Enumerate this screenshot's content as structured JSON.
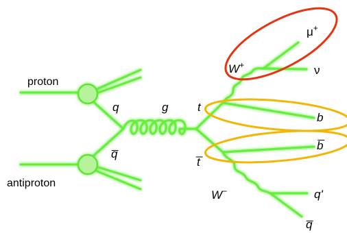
{
  "title": "",
  "labels": {
    "proton": "proton",
    "antiproton": "antiproton",
    "q": "q",
    "qbar": "q̅",
    "gluon": "g",
    "top": "t",
    "antitop": "t̅",
    "w_plus": "W",
    "w_plus_sup": "+",
    "w_minus": "W",
    "w_minus_sup": "−",
    "muon": "μ",
    "muon_sup": "+",
    "neutrino": "ν",
    "b": "b",
    "bbar": "b̅",
    "q_prime": "q'",
    "qbar_final": "q̅"
  },
  "colors": {
    "particle_line": "#67ee3f",
    "vertex_blob": "#b7f39a",
    "muon_ellipse": "#e63312",
    "jet_ellipse": "#f2b705"
  }
}
